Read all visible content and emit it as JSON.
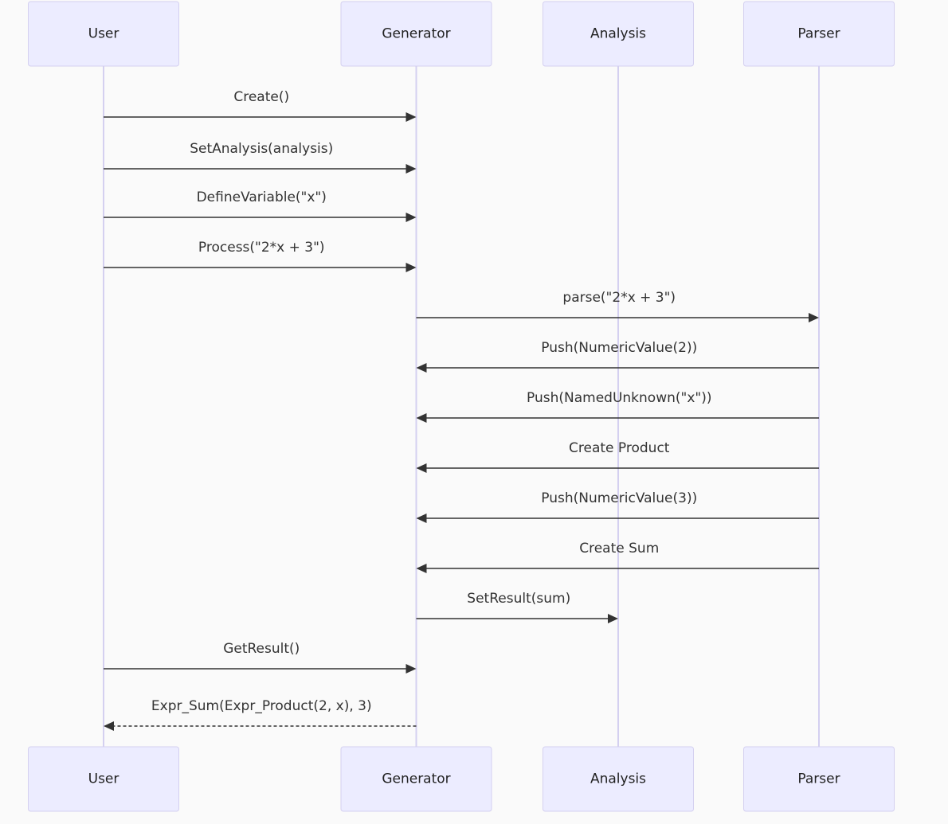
{
  "actors": [
    {
      "id": "user",
      "label": "User"
    },
    {
      "id": "generator",
      "label": "Generator"
    },
    {
      "id": "analysis",
      "label": "Analysis"
    },
    {
      "id": "parser",
      "label": "Parser"
    }
  ],
  "messages": [
    {
      "from": "user",
      "to": "generator",
      "label": "Create()",
      "style": "solid"
    },
    {
      "from": "user",
      "to": "generator",
      "label": "SetAnalysis(analysis)",
      "style": "solid"
    },
    {
      "from": "user",
      "to": "generator",
      "label": "DefineVariable(\"x\")",
      "style": "solid"
    },
    {
      "from": "user",
      "to": "generator",
      "label": "Process(\"2*x + 3\")",
      "style": "solid"
    },
    {
      "from": "generator",
      "to": "parser",
      "label": "parse(\"2*x + 3\")",
      "style": "solid"
    },
    {
      "from": "parser",
      "to": "generator",
      "label": "Push(NumericValue(2))",
      "style": "solid"
    },
    {
      "from": "parser",
      "to": "generator",
      "label": "Push(NamedUnknown(\"x\"))",
      "style": "solid"
    },
    {
      "from": "parser",
      "to": "generator",
      "label": "Create Product",
      "style": "solid"
    },
    {
      "from": "parser",
      "to": "generator",
      "label": "Push(NumericValue(3))",
      "style": "solid"
    },
    {
      "from": "parser",
      "to": "generator",
      "label": "Create Sum",
      "style": "solid"
    },
    {
      "from": "generator",
      "to": "analysis",
      "label": "SetResult(sum)",
      "style": "solid"
    },
    {
      "from": "user",
      "to": "generator",
      "label": "GetResult()",
      "style": "solid"
    },
    {
      "from": "generator",
      "to": "user",
      "label": "Expr_Sum(Expr_Product(2, x), 3)",
      "style": "dashed"
    }
  ],
  "colors": {
    "actor_fill": "#ececff",
    "actor_border": "#d4d0f0",
    "lifeline": "#d4d0f0",
    "arrow": "#333333",
    "background": "#fafafa"
  }
}
